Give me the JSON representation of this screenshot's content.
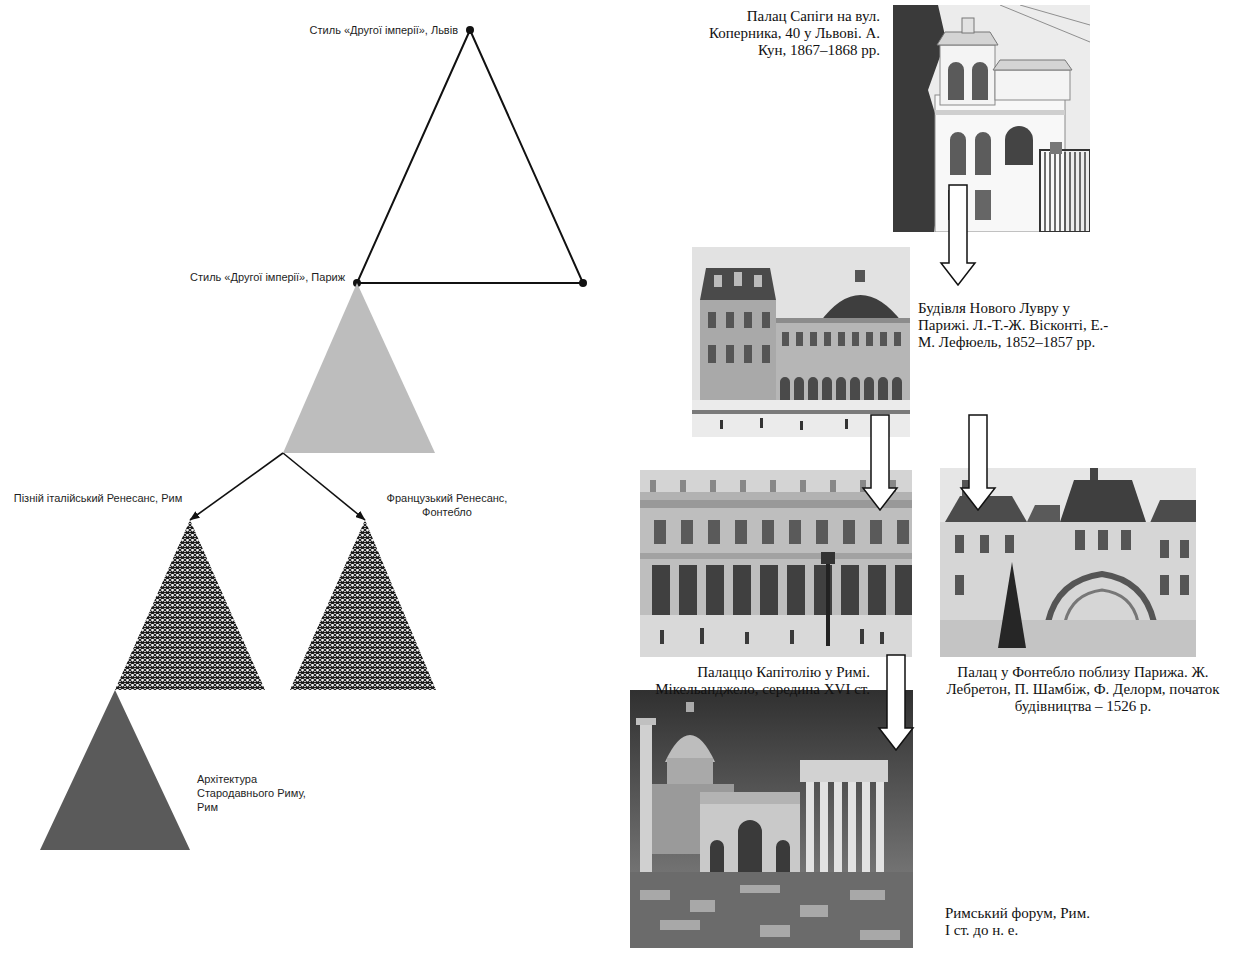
{
  "diagram": {
    "nodes": [
      {
        "text": [
          "Стиль «Другої імперії», Львів"
        ]
      },
      {
        "text": [
          "Стиль «Другої імперії», Париж"
        ]
      },
      {
        "text": [
          "Пізній італійський Ренесанс, Рим"
        ]
      },
      {
        "text": [
          "Французький Ренесанс, Фонтебло"
        ]
      },
      {
        "text": [
          "Архітектура Стародавнього Риму, Рим"
        ]
      },
      {
        "text": [
          "Палац Сапіги на вул. Коперника, 40 у Львові. А. Кун, 1867–1868 рр."
        ]
      },
      {
        "text": [
          "Будівля Нового Лувру у Парижі. Л.-Т.-Ж. Вісконті, Е.-М. Лефюель, 1852–1857 рр."
        ]
      },
      {
        "text": [
          "Палаццо Капітолію у Римі. Мікельанджело, середина XVI ст."
        ]
      },
      {
        "text": [
          "Палац у Фонтебло поблизу Парижа. Ж. Лебретон, П. Шамбіж, Ф. Делорм, початок будівництва – 1526 р."
        ]
      },
      {
        "text": [
          "Римський форум, Рим. I ст. до н. е."
        ]
      }
    ],
    "edges": [
      {
        "from": 1,
        "to": 2,
        "arrow": "to"
      },
      {
        "from": 1,
        "to": 3,
        "arrow": "to"
      },
      {
        "from": 5,
        "to": 6,
        "arrow": "to"
      },
      {
        "from": 6,
        "to": 7,
        "arrow": "to"
      },
      {
        "from": 6,
        "to": 8,
        "arrow": "to"
      },
      {
        "from": 7,
        "to": 9,
        "arrow": "to"
      }
    ]
  }
}
